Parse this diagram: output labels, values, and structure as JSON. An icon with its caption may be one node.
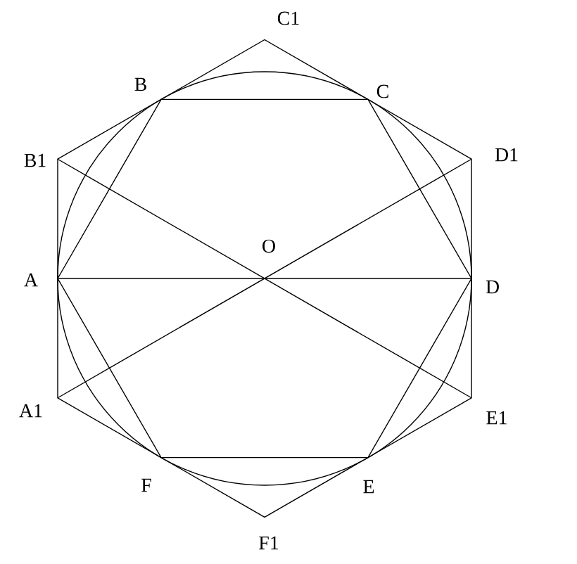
{
  "diagram": {
    "labels": [
      "C1",
      "B",
      "C",
      "B1",
      "D1",
      "O",
      "A",
      "D",
      "A1",
      "E1",
      "F",
      "E",
      "F1"
    ]
  }
}
